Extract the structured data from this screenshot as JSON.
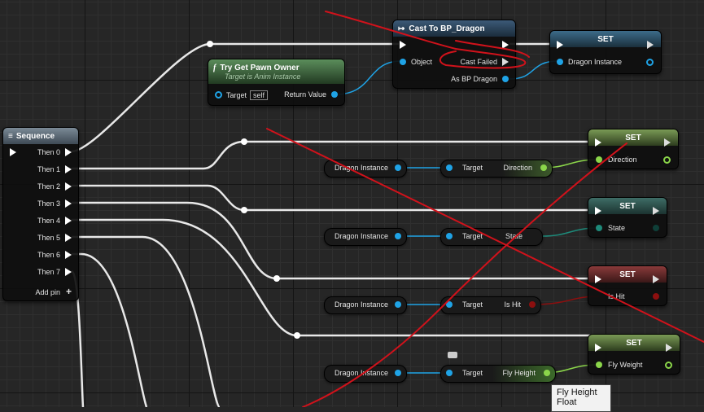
{
  "sequence_node": {
    "title": "Sequence",
    "outputs": [
      "Then 0",
      "Then 1",
      "Then 2",
      "Then 3",
      "Then 4",
      "Then 5",
      "Then 6",
      "Then 7"
    ],
    "add_pin": "Add pin",
    "add_icon": "+"
  },
  "cast_node": {
    "title": "Cast To BP_Dragon",
    "object_pin": "Object",
    "cast_failed_pin": "Cast Failed",
    "as_pin": "As BP Dragon"
  },
  "try_get_node": {
    "title": "Try Get Pawn Owner",
    "subtitle": "Target is Anim Instance",
    "target_pin": "Target",
    "self_value": "self",
    "return_pin": "Return Value"
  },
  "set_dragon": {
    "title": "SET",
    "pin": "Dragon Instance"
  },
  "rows": [
    {
      "var": "Dragon Instance",
      "target": "Target",
      "prop": "Direction",
      "set_title": "SET",
      "set_pin": "Direction",
      "color": "#8bd64a"
    },
    {
      "var": "Dragon Instance",
      "target": "Target",
      "prop": "State",
      "set_title": "SET",
      "set_pin": "State",
      "color": "#1e8a7a"
    },
    {
      "var": "Dragon Instance",
      "target": "Target",
      "prop": "Is Hit",
      "set_title": "SET",
      "set_pin": "Is Hit",
      "color": "#8c0f0f"
    },
    {
      "var": "Dragon Instance",
      "target": "Target",
      "prop": "Fly Height",
      "set_title": "SET",
      "set_pin": "Fly Weight",
      "color": "#8bd64a"
    }
  ],
  "tooltip": {
    "line1": "Fly Height",
    "line2": "Float"
  },
  "colors": {
    "object_pin": "#1fa3e6",
    "float_pin": "#8bd64a",
    "byte_pin": "#1e8a7a",
    "bool_pin": "#8c0f0f",
    "annotation": "#d0121b"
  }
}
